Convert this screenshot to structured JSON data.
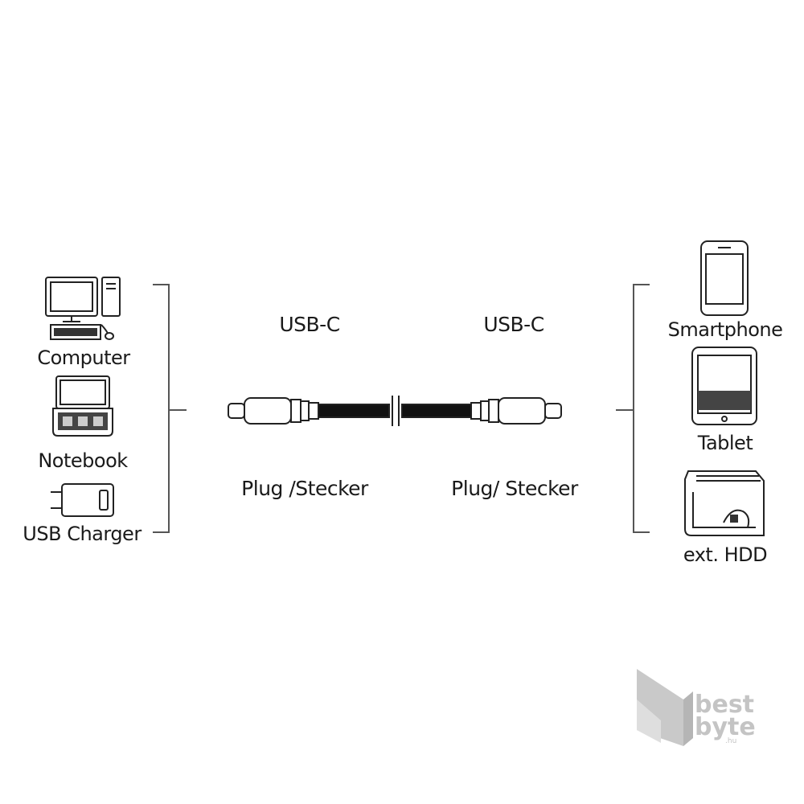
{
  "left_devices": [
    {
      "label": "Computer",
      "icon": "computer-icon"
    },
    {
      "label": "Notebook",
      "icon": "notebook-icon"
    },
    {
      "label": "USB Charger",
      "icon": "usb-charger-icon"
    }
  ],
  "right_devices": [
    {
      "label": "Smartphone",
      "icon": "smartphone-icon"
    },
    {
      "label": "Tablet",
      "icon": "tablet-icon"
    },
    {
      "label": "ext. HDD",
      "icon": "external-hdd-icon"
    }
  ],
  "cable": {
    "left_connector": {
      "type": "USB-C",
      "gender": "Plug /Stecker"
    },
    "right_connector": {
      "type": "USB-C",
      "gender": "Plug/ Stecker"
    }
  },
  "watermark": {
    "line1": "best",
    "line2": "byte",
    "suffix": ".hu"
  },
  "colors": {
    "line": "#1a1a1a",
    "bracket": "#555555",
    "watermark": "#c4c4c4"
  }
}
